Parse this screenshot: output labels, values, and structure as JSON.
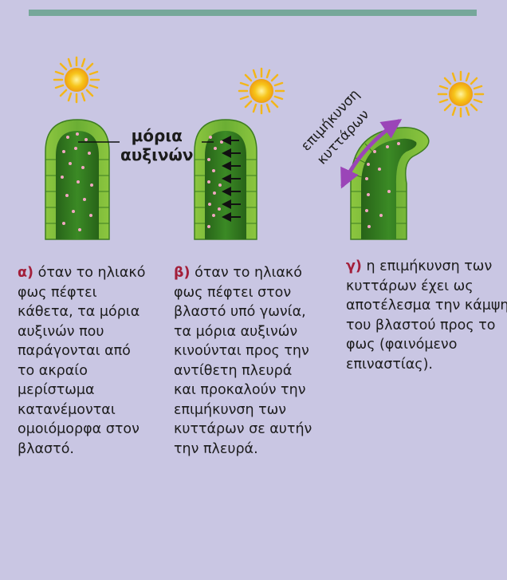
{
  "particles_label_line1": "μόρια",
  "particles_label_line2": "αυξινών",
  "elongation_label_line1": "επιμήκυνση",
  "elongation_label_line2": "κυττάρων",
  "captions": [
    {
      "letter": "α)",
      "text": "όταν το ηλιακό φως πέφτει κάθετα, τα μόρια αυξινών που παράγονται από το ακραίο μερίστωμα κατανέμονται ομοιόμορφα στον βλαστό."
    },
    {
      "letter": "β)",
      "text": "όταν το ηλιακό φως πέφτει στον βλαστό υπό γωνία, τα μόρια αυξινών κινούνται προς την αντίθετη πλευρά και προκαλούν την επιμήκυνση των κυττάρων σε αυτήν την πλευρά."
    },
    {
      "letter": "γ)",
      "text": "η επιμήκυνση των κυττάρων έχει ως αποτέλεσμα την κάμψη του βλαστού προς το φως (φαινόμενο επιναστίας)."
    }
  ],
  "colors": {
    "background": "#c9c6e3",
    "top_bar": "#76a79a",
    "caption_letter": "#a31f3a",
    "shoot_outer": "#4f9a2e",
    "shoot_inner": "#2f6d1f",
    "auxin": "#f2a6c2",
    "sun": "#f7c51a",
    "arrow_purple": "#9b45b8"
  },
  "icons": [
    "sun-icon",
    "shoot-icon",
    "arrow-icon"
  ]
}
